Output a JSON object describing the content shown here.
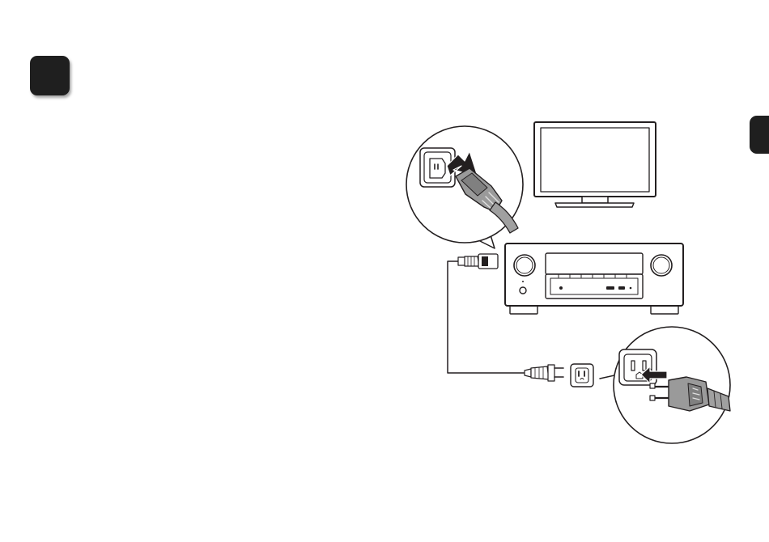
{
  "page": {
    "step_badge": {
      "color": "#1f1f1f"
    },
    "edge_tab": {
      "color": "#1f1f1f"
    },
    "illustration": {
      "items": [
        "television",
        "av-receiver",
        "power-cord",
        "inlet-closeup",
        "wall-outlet",
        "plug-closeup"
      ],
      "icons": [
        "tv-icon",
        "receiver-icon",
        "ac-inlet-icon",
        "wall-outlet-icon",
        "plug-icon",
        "insert-arrow-icon"
      ]
    }
  }
}
